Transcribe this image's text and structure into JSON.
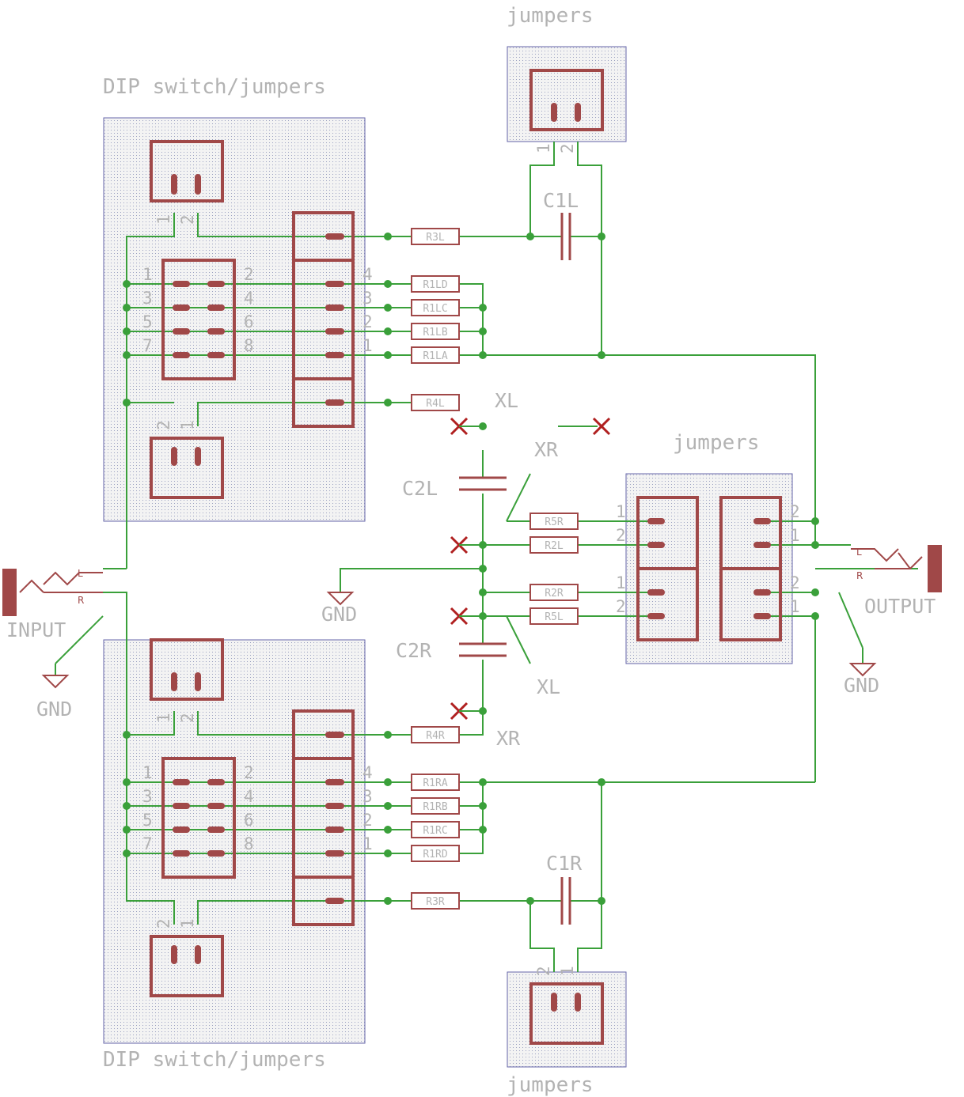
{
  "labels": {
    "dip_top": "DIP switch/jumpers",
    "dip_bottom": "DIP switch/jumpers",
    "jumpers_top": "jumpers",
    "jumpers_bottom": "jumpers",
    "jumpers_right": "jumpers",
    "input": "INPUT",
    "output": "OUTPUT",
    "gnd_input": "GND",
    "gnd_middle": "GND",
    "gnd_output": "GND",
    "c1l": "C1L",
    "c1r": "C1R",
    "c2l": "C2L",
    "c2r": "C2R",
    "xl_top": "XL",
    "xr_top": "XR",
    "xl_bottom": "XL",
    "xr_bottom": "XR",
    "jack_l_in": "L",
    "jack_r_in": "R",
    "jack_l_out": "L",
    "jack_r_out": "R"
  },
  "resistors": {
    "r3l": "R3L",
    "r1ld": "R1LD",
    "r1lc": "R1LC",
    "r1lb": "R1LB",
    "r1la": "R1LA",
    "r4l": "R4L",
    "r5r": "R5R",
    "r2l": "R2L",
    "r2r": "R2R",
    "r5l": "R5L",
    "r4r": "R4R",
    "r1ra": "R1RA",
    "r1rb": "R1RB",
    "r1rc": "R1RC",
    "r1rd": "R1RD",
    "r3r": "R3R"
  },
  "pins": {
    "p1": "1",
    "p2": "2",
    "p3": "3",
    "p4": "4",
    "p5": "5",
    "p6": "6",
    "p7": "7",
    "p8": "8"
  }
}
